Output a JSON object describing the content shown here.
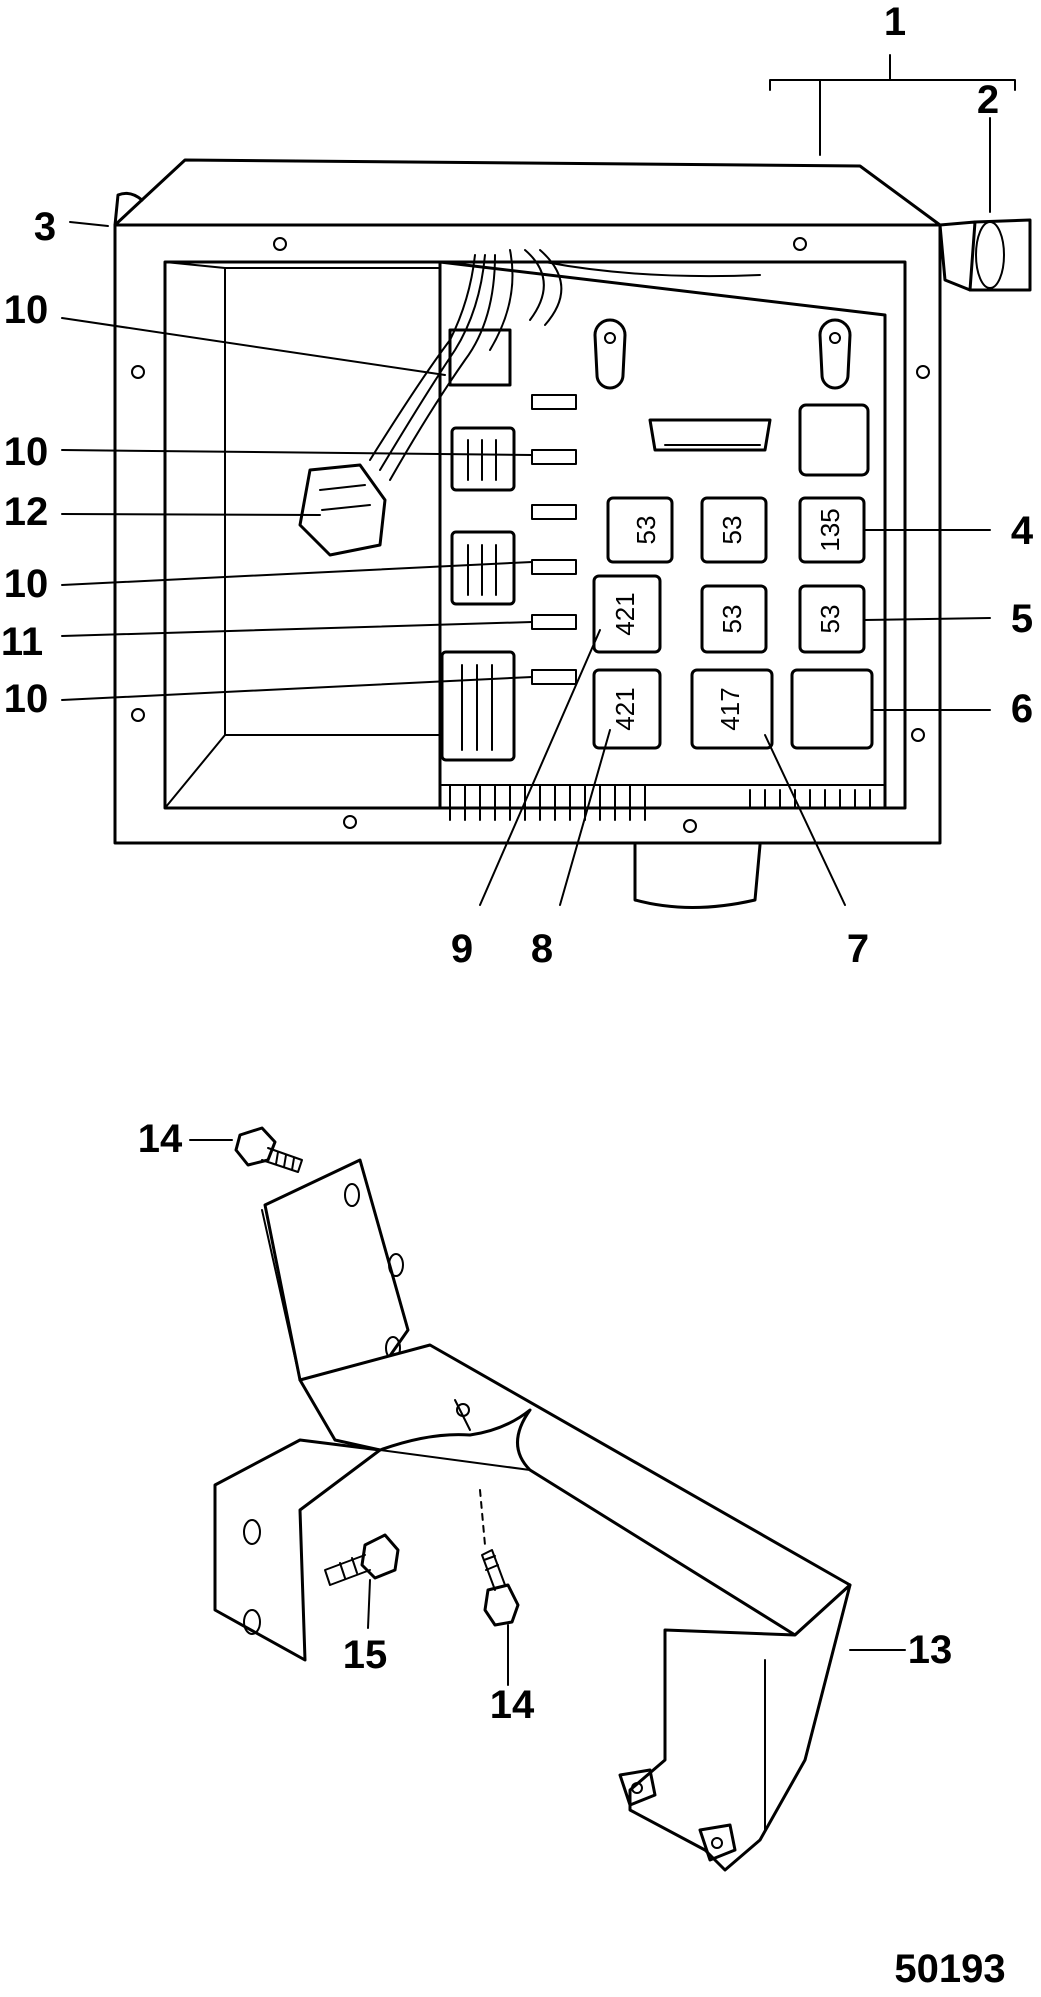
{
  "callouts": {
    "c1": "1",
    "c2": "2",
    "c3": "3",
    "c4": "4",
    "c5": "5",
    "c6": "6",
    "c7": "7",
    "c8": "8",
    "c9": "9",
    "c10a": "10",
    "c10b": "10",
    "c10c": "10",
    "c10d": "10",
    "c11": "11",
    "c12": "12",
    "c13": "13",
    "c14a": "14",
    "c14b": "14",
    "c15": "15"
  },
  "relays": {
    "r1": "53",
    "r2": "53",
    "r3": "135",
    "r4": "421",
    "r5": "53",
    "r6": "53",
    "r7": "421",
    "r8": "417"
  },
  "figure_number": "50193"
}
